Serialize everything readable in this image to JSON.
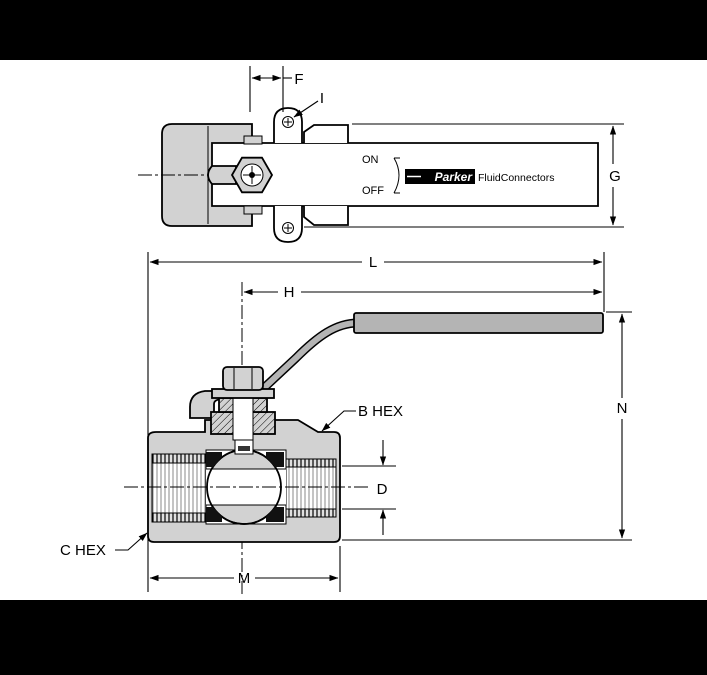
{
  "labels": {
    "f": "F",
    "i": "I",
    "g": "G",
    "l": "L",
    "h": "H",
    "n": "N",
    "b_hex": "B HEX",
    "d": "D",
    "c_hex": "C HEX",
    "m": "M"
  },
  "handle_marking": {
    "on": "ON",
    "off": "OFF",
    "brand": "Parker",
    "brand_suffix": "FluidConnectors"
  },
  "colors": {
    "band": "#000000",
    "body_fill": "#d2d2d2",
    "handle_fill": "#b4b4b4",
    "seat": "#111111"
  }
}
